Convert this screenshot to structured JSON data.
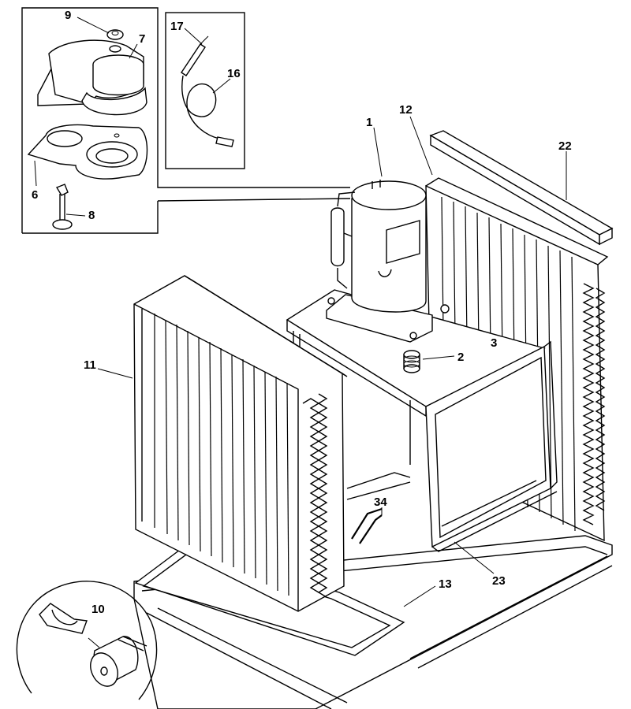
{
  "callouts": [
    {
      "id": "9",
      "label": "9"
    },
    {
      "id": "7",
      "label": "7"
    },
    {
      "id": "6",
      "label": "6"
    },
    {
      "id": "8",
      "label": "8"
    },
    {
      "id": "17",
      "label": "17"
    },
    {
      "id": "16",
      "label": "16"
    },
    {
      "id": "1",
      "label": "1"
    },
    {
      "id": "12",
      "label": "12"
    },
    {
      "id": "22",
      "label": "22"
    },
    {
      "id": "2",
      "label": "2"
    },
    {
      "id": "3",
      "label": "3"
    },
    {
      "id": "11",
      "label": "11"
    },
    {
      "id": "34",
      "label": "34"
    },
    {
      "id": "13",
      "label": "13"
    },
    {
      "id": "23",
      "label": "23"
    },
    {
      "id": "10",
      "label": "10"
    }
  ],
  "colors": {
    "ink": "#000000",
    "paper": "#ffffff"
  }
}
